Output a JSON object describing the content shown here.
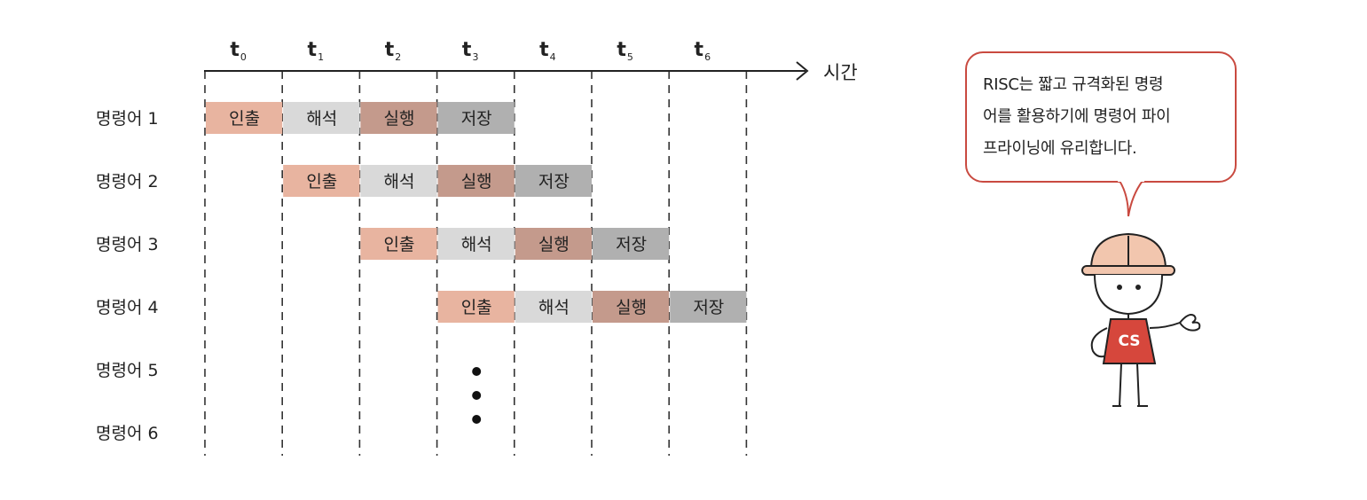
{
  "axis": {
    "time_label": "시간",
    "ticks": [
      {
        "base": "t",
        "sub": "0"
      },
      {
        "base": "t",
        "sub": "1"
      },
      {
        "base": "t",
        "sub": "2"
      },
      {
        "base": "t",
        "sub": "3"
      },
      {
        "base": "t",
        "sub": "4"
      },
      {
        "base": "t",
        "sub": "5"
      },
      {
        "base": "t",
        "sub": "6"
      }
    ]
  },
  "stage_colors": {
    "인출": "#e8b4a0",
    "해석": "#d9d9d9",
    "실행": "#c49a8c",
    "저장": "#b0b0b0"
  },
  "instructions": [
    {
      "label": "명령어 1",
      "start": 0,
      "stages": [
        "인출",
        "해석",
        "실행",
        "저장"
      ]
    },
    {
      "label": "명령어 2",
      "start": 1,
      "stages": [
        "인출",
        "해석",
        "실행",
        "저장"
      ]
    },
    {
      "label": "명령어 3",
      "start": 2,
      "stages": [
        "인출",
        "해석",
        "실행",
        "저장"
      ]
    },
    {
      "label": "명령어 4",
      "start": 3,
      "stages": [
        "인출",
        "해석",
        "실행",
        "저장"
      ]
    },
    {
      "label": "명령어 5",
      "start": null,
      "stages": []
    },
    {
      "label": "명령어 6",
      "start": null,
      "stages": []
    }
  ],
  "ellipsis": {
    "column": 3,
    "count": 3
  },
  "speech_bubble": {
    "lines": [
      "RISC는 짧고 규격화된 명령",
      "어를 활용하기에 명령어 파이",
      "프라이닝에 유리합니다."
    ]
  },
  "mascot": {
    "shirt_text": "CS",
    "shirt_color": "#d6473c",
    "helmet_color": "#f2c6ae",
    "bubble_border_color": "#c94a40"
  }
}
